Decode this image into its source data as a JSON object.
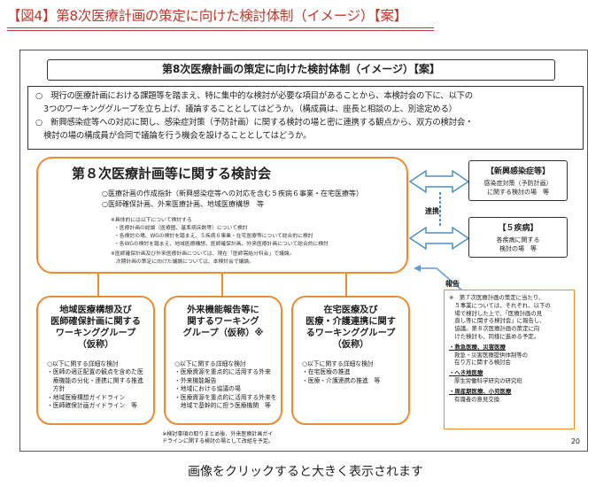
{
  "figure_title": "【図4】第8次医療計画の策定に向けた検討体制（イメージ）【案】",
  "slide": {
    "header": "第8次医療計画の策定に向けた検討体制（イメージ）【案】",
    "intro": [
      "○　現行の医療計画における課題等を踏まえ、特に集中的な検討が必要な項目があることから、本検討会の下に、以下の",
      "　3つのワーキンググループを立ち上げ、議論することとしてはどうか。（構成員は、座長と相談の上、別途定める）",
      "○　新興感染症等への対応に関し、感染症対策（予防計画）に関する検討の場と密に連携する観点から、双方の検討会・",
      "　検討の場の構成員が合同で議論を行う機会を設けることとしてはどうか。"
    ],
    "main": {
      "title": "第８次医療計画等に関する検討会",
      "lines": [
        "○医療計画の作成指針（新興感染症等への対応を含む５疾病６事業・在宅医療等）",
        "○医師確保計画、外来医療計画、地域医療構想　等"
      ],
      "details": [
        "※具体的には以下について検討する",
        "・医療計画の総論（医療圏、基準病床数等）について検討",
        "・各検討の場、WGの検討を踏まえ、５疾病６事業・在宅医療等について総合的に検討",
        "・各WGの検討を踏まえ、地域医療構想、医師確保計画、外来医療計画について総合的に検討",
        "※医師確保計画及び外来医療計画については、現在「医師需給分科会」で議論。",
        "　次期計画の策定に向けた議論については、本検討会で議論。"
      ]
    },
    "working_groups": [
      {
        "title_lines": [
          "地域医療構想及び",
          "医師確保計画に関する",
          "ワーキンググループ",
          "（仮称）"
        ],
        "items": [
          "○以下に関する詳細な検討",
          "・医師の適正配置の観点を含めた医",
          "　療機能の分化・連携に関する推進",
          "　方針",
          "・地域医療構想ガイドライン",
          "・医師確保計画ガイドライン　等"
        ]
      },
      {
        "title_lines": [
          "外来機能報告等に",
          "関するワーキング",
          "グループ（仮称）※"
        ],
        "items": [
          "○以下に関する詳細な検討",
          "・医療資源を重点的に活用する外来",
          "・外来機能報告",
          "・地域における協議の場",
          "・医療資源を重点的に活用する外来を",
          "　地域で基幹的に担う医療機関　等"
        ]
      },
      {
        "title_lines": [
          "在宅医療及び",
          "医療・介護連携に関す",
          "るワーキンググループ",
          "（仮称）"
        ],
        "items": [
          "○以下に関する詳細な検討",
          "・在宅医療の推進",
          "・医療・介護連携の推進　等"
        ]
      }
    ],
    "side_boxes": [
      {
        "title": "【新興感染症等】",
        "desc_lines": [
          "感染症対策（予防計画）",
          "に関する検討の場　等"
        ]
      },
      {
        "title": "【５疾病】",
        "desc_lines": [
          "各疾病に関する",
          "検討の場　等"
        ]
      }
    ],
    "label_renkei": "連携",
    "label_houkoku": "報告",
    "note": {
      "intro": [
        "※　第７次医療計画の策定に当たり、",
        "　５事業については、それぞれ、以下の",
        "　場で検討した上で、「医療計画の見",
        "　直し等に関する検討会」に報告し、",
        "　協議。第８次医療計画の策定に向",
        "　けた検討も、同様に進める予定。"
      ],
      "items": [
        {
          "head": "・救急医療、災害医療",
          "sub": [
            "救急・災害医療提供体制等の",
            "在り方に関する検討会"
          ]
        },
        {
          "head": "・へき地医療",
          "sub": [
            "厚生労働科学研究の研究班"
          ]
        },
        {
          "head": "・周産期医療、小児医療",
          "sub": [
            "有識者の意見交換"
          ]
        }
      ]
    },
    "footnote": [
      "※検討事項の取りまとめ後、外来医療計画ガイ",
      "ドラインに関する検討の場として改組を予定。"
    ],
    "page_number": "20"
  },
  "caption": "画像をクリックすると大きく表示されます",
  "colors": {
    "accent_orange": "#ef8a2e",
    "title_red": "#c0392b",
    "arrow_blue": "#5b9bd5"
  }
}
